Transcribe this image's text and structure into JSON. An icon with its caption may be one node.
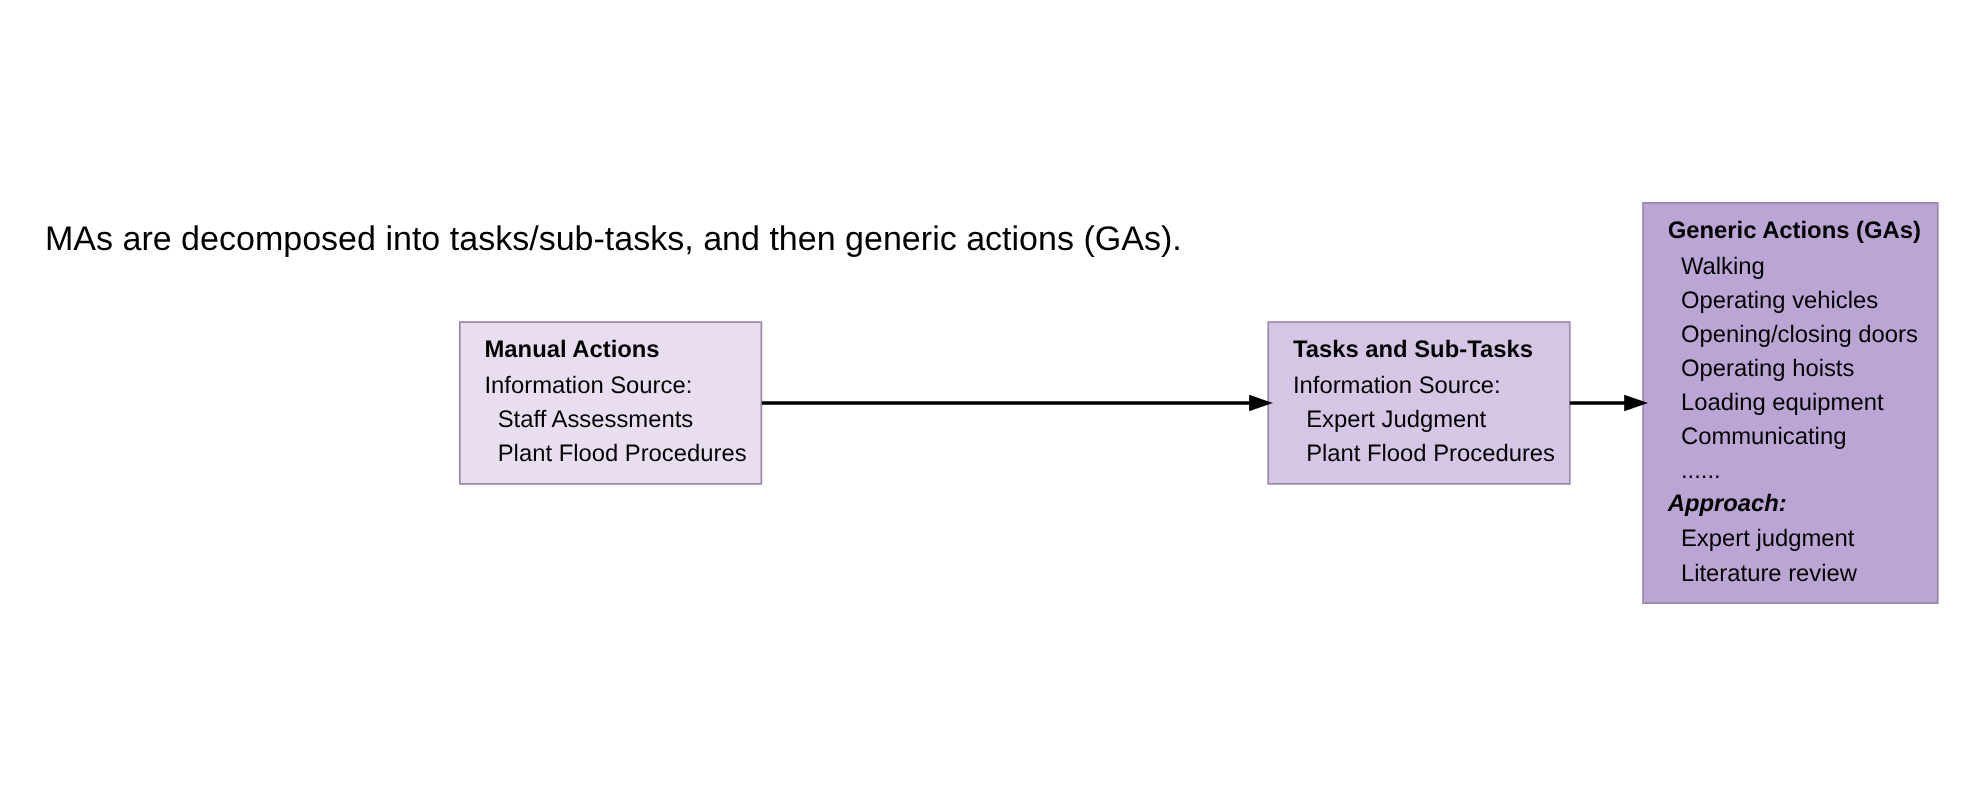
{
  "diagram": {
    "nodes": [
      {
        "text": [
          "Manual Actions",
          "Information Source:",
          "Staff Assessments",
          "Plant Flood Procedures"
        ]
      },
      {
        "text": [
          "Tasks and Sub-Tasks",
          "Information Source:",
          "Expert Judgment",
          "Plant Flood Procedures"
        ]
      },
      {
        "text": [
          "Generic Actions (GAs)",
          "Walking",
          "Operating vehicles",
          "Opening/closing doors",
          "Operating hoists",
          "Loading equipment",
          "Communicating",
          "......",
          "Approach:",
          "Expert judgment",
          "Literature review"
        ]
      }
    ],
    "edges": [
      {
        "from": 0,
        "to": 1,
        "arrow": "to"
      },
      {
        "from": 1,
        "to": 2,
        "arrow": "to"
      }
    ],
    "labels": [
      "MAs are decomposed into tasks/sub-tasks, and then generic actions (GAs)."
    ]
  }
}
